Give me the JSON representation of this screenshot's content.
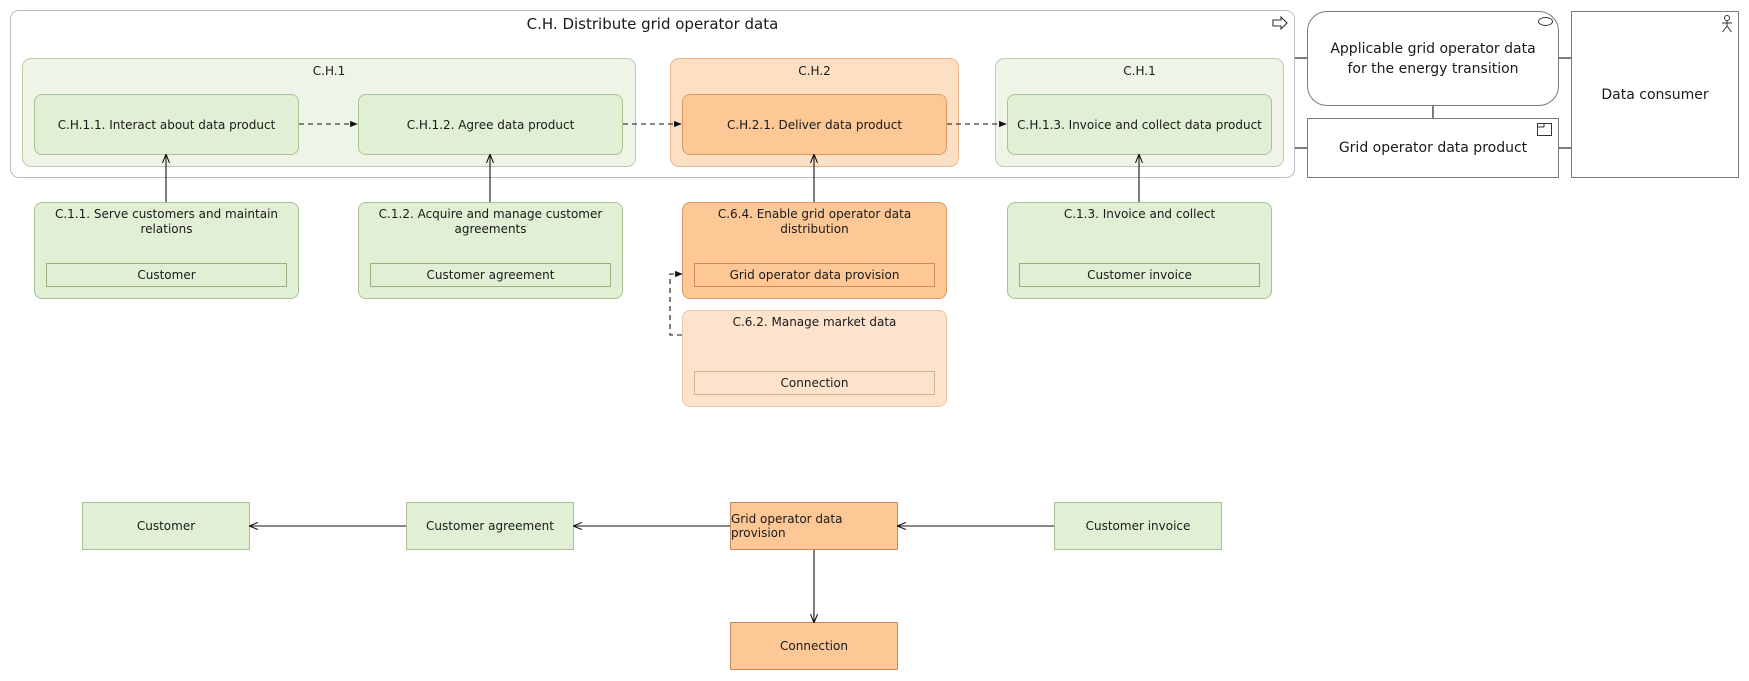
{
  "outer": {
    "title": "C.H. Distribute grid operator data",
    "icon": "process-arrow-icon"
  },
  "groups": [
    {
      "title": "C.H.1"
    },
    {
      "title": "C.H.2"
    },
    {
      "title": "C.H.1"
    }
  ],
  "processes": [
    {
      "label": "C.H.1.1. Interact about data product"
    },
    {
      "label": "C.H.1.2. Agree data product"
    },
    {
      "label": "C.H.2.1. Deliver data product"
    },
    {
      "label": "C.H.1.3. Invoice and collect data product"
    }
  ],
  "capabilities": [
    {
      "title": "C.1.1. Serve customers and maintain relations",
      "object": "Customer"
    },
    {
      "title": "C.1.2. Acquire and manage customer agreements",
      "object": "Customer agreement"
    },
    {
      "title": "C.6.4. Enable grid operator data distribution",
      "object": "Grid operator data provision"
    },
    {
      "title": "C.6.2. Manage market data",
      "object": "Connection"
    },
    {
      "title": "C.1.3. Invoice and collect",
      "object": "Customer invoice"
    }
  ],
  "right_panel": {
    "service": "Applicable grid operator data for the energy transition",
    "service_icon": "service-oval-icon",
    "product": "Grid operator data product",
    "product_icon": "product-icon",
    "actor": "Data consumer",
    "actor_icon": "actor-icon"
  },
  "data_objects": {
    "customer": "Customer",
    "customer_agreement": "Customer agreement",
    "provision": "Grid operator data provision",
    "invoice": "Customer invoice",
    "connection": "Connection"
  },
  "colors": {
    "green_fill": "#e1f0d4",
    "orange_fill": "#fdc796",
    "pale_orange_fill": "#fde3cc"
  }
}
